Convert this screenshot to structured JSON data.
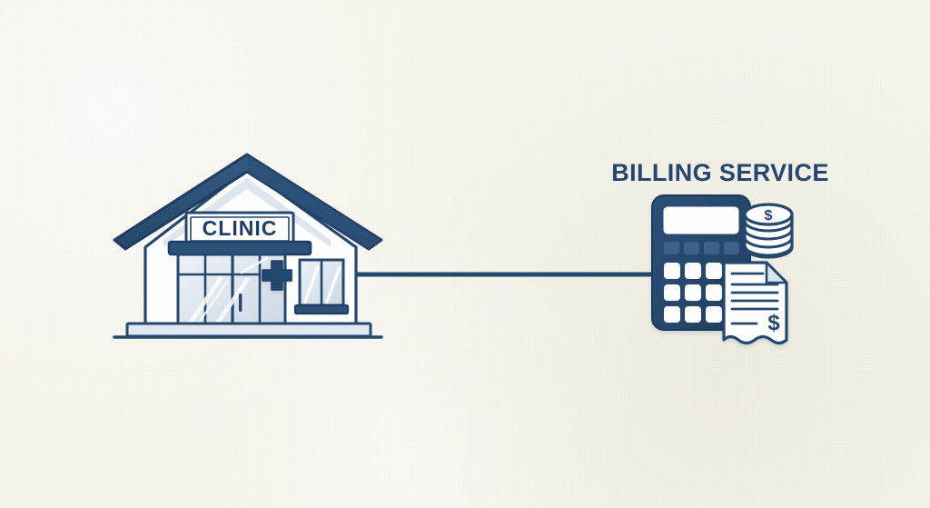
{
  "scene": {
    "background_color": "#f6f4ec",
    "accent_dark": "#24476e",
    "accent_mid": "#2e5480",
    "accent_light": "#d9e2ec",
    "outline": "#1f3d63",
    "white": "#ffffff"
  },
  "clinic": {
    "sign_label": "CLINIC",
    "door_cross_label": "medical-cross",
    "element_names": {
      "roof": "clinic-roof",
      "wall": "clinic-wall",
      "sign": "clinic-sign",
      "awning": "clinic-awning",
      "doors": "clinic-glass-doors",
      "window": "clinic-side-window",
      "base": "clinic-base",
      "ground": "clinic-ground-line"
    }
  },
  "billing": {
    "title": "BILLING SERVICE",
    "calculator": {
      "label": "calculator",
      "display_value": "",
      "function_keys": 4,
      "key_rows": 3,
      "key_cols": 4
    },
    "coins": {
      "label": "coin-stack",
      "symbol": "$",
      "layers": 6
    },
    "invoice": {
      "label": "invoice-document",
      "symbol": "$",
      "line_rows": 6
    }
  },
  "connector": {
    "label": "connector-line",
    "from": "clinic",
    "to": "billing-service"
  }
}
